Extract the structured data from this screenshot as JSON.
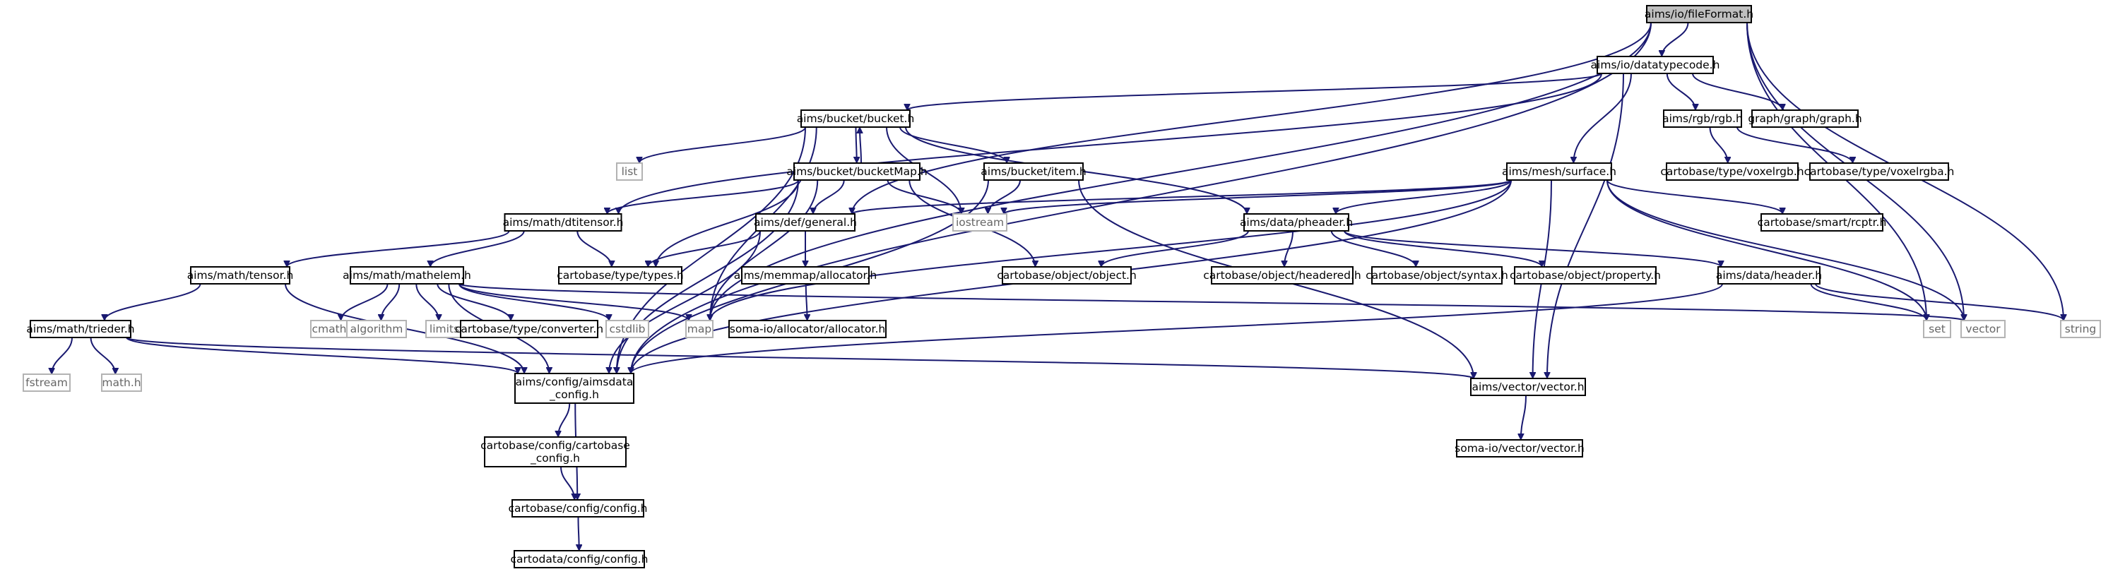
{
  "graph": {
    "nodes": [
      {
        "id": "root",
        "label": "aims/io/fileFormat.h",
        "kind": "root"
      },
      {
        "id": "datatypecode",
        "label": "aims/io/datatypecode.h",
        "kind": "doc"
      },
      {
        "id": "bucket",
        "label": "aims/bucket/bucket.h",
        "kind": "doc"
      },
      {
        "id": "rgb",
        "label": "aims/rgb/rgb.h",
        "kind": "doc"
      },
      {
        "id": "graphh",
        "label": "graph/graph/graph.h",
        "kind": "doc"
      },
      {
        "id": "voxelrgb",
        "label": "cartobase/type/voxelrgb.h",
        "kind": "doc"
      },
      {
        "id": "voxelrgba",
        "label": "cartobase/type/voxelrgba.h",
        "kind": "doc"
      },
      {
        "id": "list",
        "label": "list",
        "kind": "sys"
      },
      {
        "id": "bucketmap",
        "label": "aims/bucket/bucketMap.h",
        "kind": "doc"
      },
      {
        "id": "item",
        "label": "aims/bucket/item.h",
        "kind": "doc"
      },
      {
        "id": "surface",
        "label": "aims/mesh/surface.h",
        "kind": "doc"
      },
      {
        "id": "dtitensor",
        "label": "aims/math/dtitensor.h",
        "kind": "doc"
      },
      {
        "id": "general",
        "label": "aims/def/general.h",
        "kind": "doc"
      },
      {
        "id": "iostream",
        "label": "iostream",
        "kind": "sys"
      },
      {
        "id": "pheader",
        "label": "aims/data/pheader.h",
        "kind": "doc"
      },
      {
        "id": "rcptr",
        "label": "cartobase/smart/rcptr.h",
        "kind": "doc"
      },
      {
        "id": "tensor",
        "label": "aims/math/tensor.h",
        "kind": "doc"
      },
      {
        "id": "mathelem",
        "label": "aims/math/mathelem.h",
        "kind": "doc"
      },
      {
        "id": "types",
        "label": "cartobase/type/types.h",
        "kind": "doc"
      },
      {
        "id": "allocator",
        "label": "aims/memmap/allocator.h",
        "kind": "doc"
      },
      {
        "id": "object",
        "label": "cartobase/object/object.h",
        "kind": "doc"
      },
      {
        "id": "headered",
        "label": "cartobase/object/headered.h",
        "kind": "doc"
      },
      {
        "id": "syntax",
        "label": "cartobase/object/syntax.h",
        "kind": "doc"
      },
      {
        "id": "property",
        "label": "cartobase/object/property.h",
        "kind": "doc"
      },
      {
        "id": "header",
        "label": "aims/data/header.h",
        "kind": "doc"
      },
      {
        "id": "trieder",
        "label": "aims/math/trieder.h",
        "kind": "doc"
      },
      {
        "id": "cmath",
        "label": "cmath",
        "kind": "sys"
      },
      {
        "id": "algorithm",
        "label": "algorithm",
        "kind": "sys"
      },
      {
        "id": "limits",
        "label": "limits",
        "kind": "sys"
      },
      {
        "id": "converter",
        "label": "cartobase/type/converter.h",
        "kind": "doc"
      },
      {
        "id": "cstdlib",
        "label": "cstdlib",
        "kind": "sys"
      },
      {
        "id": "map",
        "label": "map",
        "kind": "sys"
      },
      {
        "id": "somaalloc",
        "label": "soma-io/allocator/allocator.h",
        "kind": "doc"
      },
      {
        "id": "set",
        "label": "set",
        "kind": "sys"
      },
      {
        "id": "vector",
        "label": "vector",
        "kind": "sys"
      },
      {
        "id": "string",
        "label": "string",
        "kind": "sys"
      },
      {
        "id": "fstream",
        "label": "fstream",
        "kind": "sys"
      },
      {
        "id": "mathh",
        "label": "math.h",
        "kind": "sys"
      },
      {
        "id": "aimsdata_config",
        "label": "aims/config/aimsdata\n_config.h",
        "kind": "doc"
      },
      {
        "id": "aimsvector",
        "label": "aims/vector/vector.h",
        "kind": "doc"
      },
      {
        "id": "cartobase_config",
        "label": "cartobase/config/cartobase\n_config.h",
        "kind": "doc"
      },
      {
        "id": "somavector",
        "label": "soma-io/vector/vector.h",
        "kind": "doc"
      },
      {
        "id": "cb_config",
        "label": "cartobase/config/config.h",
        "kind": "doc"
      },
      {
        "id": "cd_config",
        "label": "cartodata/config/config.h",
        "kind": "doc"
      }
    ],
    "edges": [
      [
        "root",
        "datatypecode"
      ],
      [
        "root",
        "aimsdata_config"
      ],
      [
        "root",
        "map"
      ],
      [
        "root",
        "general"
      ],
      [
        "root",
        "set"
      ],
      [
        "root",
        "vector"
      ],
      [
        "root",
        "string"
      ],
      [
        "datatypecode",
        "bucket"
      ],
      [
        "datatypecode",
        "rgb"
      ],
      [
        "datatypecode",
        "graphh"
      ],
      [
        "datatypecode",
        "surface"
      ],
      [
        "datatypecode",
        "aimsvector"
      ],
      [
        "datatypecode",
        "dtitensor"
      ],
      [
        "rgb",
        "voxelrgb"
      ],
      [
        "rgb",
        "voxelrgba"
      ],
      [
        "bucket",
        "list"
      ],
      [
        "bucket",
        "bucketmap"
      ],
      [
        "bucket",
        "item"
      ],
      [
        "bucket",
        "iostream"
      ],
      [
        "bucket",
        "pheader"
      ],
      [
        "bucket",
        "aimsdata_config"
      ],
      [
        "bucket",
        "map"
      ],
      [
        "bucketmap",
        "bucket"
      ],
      [
        "bucketmap",
        "dtitensor"
      ],
      [
        "bucketmap",
        "general"
      ],
      [
        "bucketmap",
        "types"
      ],
      [
        "bucketmap",
        "object"
      ],
      [
        "bucketmap",
        "map"
      ],
      [
        "bucketmap",
        "iostream"
      ],
      [
        "bucketmap",
        "aimsdata_config"
      ],
      [
        "item",
        "iostream"
      ],
      [
        "item",
        "aimsvector"
      ],
      [
        "item",
        "aimsdata_config"
      ],
      [
        "surface",
        "iostream"
      ],
      [
        "surface",
        "pheader"
      ],
      [
        "surface",
        "rcptr"
      ],
      [
        "surface",
        "set"
      ],
      [
        "surface",
        "vector"
      ],
      [
        "surface",
        "map"
      ],
      [
        "surface",
        "general"
      ],
      [
        "surface",
        "aimsvector"
      ],
      [
        "surface",
        "aimsdata_config"
      ],
      [
        "dtitensor",
        "tensor"
      ],
      [
        "dtitensor",
        "mathelem"
      ],
      [
        "dtitensor",
        "types"
      ],
      [
        "general",
        "types"
      ],
      [
        "general",
        "allocator"
      ],
      [
        "general",
        "aimsdata_config"
      ],
      [
        "pheader",
        "object"
      ],
      [
        "pheader",
        "headered"
      ],
      [
        "pheader",
        "syntax"
      ],
      [
        "pheader",
        "property"
      ],
      [
        "pheader",
        "header"
      ],
      [
        "tensor",
        "trieder"
      ],
      [
        "tensor",
        "aimsdata_config"
      ],
      [
        "mathelem",
        "cmath"
      ],
      [
        "mathelem",
        "algorithm"
      ],
      [
        "mathelem",
        "limits"
      ],
      [
        "mathelem",
        "converter"
      ],
      [
        "mathelem",
        "cstdlib"
      ],
      [
        "mathelem",
        "map"
      ],
      [
        "mathelem",
        "vector"
      ],
      [
        "mathelem",
        "aimsdata_config"
      ],
      [
        "allocator",
        "somaalloc"
      ],
      [
        "header",
        "set"
      ],
      [
        "header",
        "string"
      ],
      [
        "header",
        "aimsdata_config"
      ],
      [
        "trieder",
        "fstream"
      ],
      [
        "trieder",
        "mathh"
      ],
      [
        "trieder",
        "aimsvector"
      ],
      [
        "trieder",
        "aimsdata_config"
      ],
      [
        "aimsvector",
        "somavector"
      ],
      [
        "aimsdata_config",
        "cartobase_config"
      ],
      [
        "aimsdata_config",
        "cb_config"
      ],
      [
        "cartobase_config",
        "cb_config"
      ],
      [
        "cb_config",
        "cd_config"
      ]
    ]
  }
}
